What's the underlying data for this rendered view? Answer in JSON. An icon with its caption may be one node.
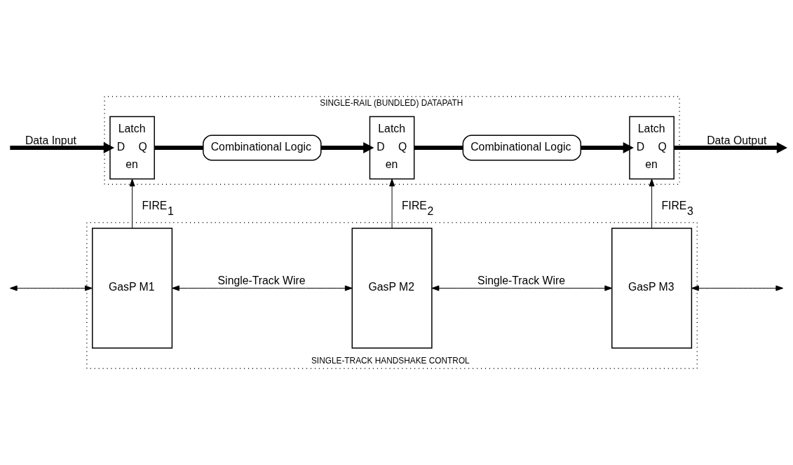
{
  "diagram": {
    "nodes": [
      {
        "text": [
          "SINGLE-RAIL (BUNDLED) DATAPATH"
        ]
      },
      {
        "text": [
          "Latch",
          "D",
          "Q",
          "en"
        ],
        "in": 0
      },
      {
        "text": [
          "Combinational Logic"
        ],
        "in": 0
      },
      {
        "text": [
          "Latch",
          "D",
          "Q",
          "en"
        ],
        "in": 0
      },
      {
        "text": [
          "Combinational Logic"
        ],
        "in": 0
      },
      {
        "text": [
          "Latch",
          "D",
          "Q",
          "en"
        ],
        "in": 0
      },
      {
        "text": [
          "SINGLE-TRACK HANDSHAKE CONTROL"
        ]
      },
      {
        "text": [
          "GasP M1"
        ],
        "in": 6
      },
      {
        "text": [
          "GasP M2"
        ],
        "in": 6
      },
      {
        "text": [
          "GasP M3"
        ],
        "in": 6
      }
    ],
    "edges": [
      {
        "from": null,
        "to": 1,
        "arrow": "to",
        "label": "Data Input",
        "style": "thick"
      },
      {
        "from": 1,
        "to": 2,
        "arrow": "none",
        "style": "thick"
      },
      {
        "from": 2,
        "to": 3,
        "arrow": "to",
        "style": "thick"
      },
      {
        "from": 3,
        "to": 4,
        "arrow": "none",
        "style": "thick"
      },
      {
        "from": 4,
        "to": 5,
        "arrow": "to",
        "style": "thick"
      },
      {
        "from": 5,
        "to": null,
        "arrow": "to",
        "label": "Data Output",
        "style": "thick"
      },
      {
        "from": 7,
        "to": 1,
        "arrow": "to",
        "label": "FIRE$_{1}$"
      },
      {
        "from": 8,
        "to": 3,
        "arrow": "to",
        "label": "FIRE$_{2}$"
      },
      {
        "from": 9,
        "to": 5,
        "arrow": "to",
        "label": "FIRE$_{3}$"
      },
      {
        "from": null,
        "to": 7,
        "arrow": "both"
      },
      {
        "from": 7,
        "to": 8,
        "arrow": "both",
        "label": "Single-Track Wire"
      },
      {
        "from": 8,
        "to": 9,
        "arrow": "both",
        "label": "Single-Track Wire"
      },
      {
        "from": 9,
        "to": null,
        "arrow": "both"
      }
    ]
  }
}
